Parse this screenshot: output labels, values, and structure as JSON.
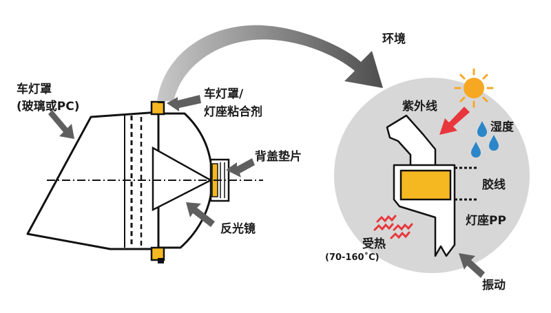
{
  "labels": {
    "lamp_cover": "车灯罩",
    "lamp_cover_material": "(玻璃或PC)",
    "adhesive_line1": "车灯罩/",
    "adhesive_line2": "灯座粘合剂",
    "back_gasket": "背盖垫片",
    "reflector": "反光镜",
    "environment": "环境",
    "uv": "紫外线",
    "humidity": "湿度",
    "glue_line": "胶线",
    "housing_pp": "灯座PP",
    "heat": "受热",
    "heat_range": "(70-160˚C)",
    "vibration": "振动"
  },
  "colors": {
    "adhesive": "#f5b820",
    "arrow_gray": "#5f5f5f",
    "environment_circle": "#d7d7d7",
    "uv_arrow": "#e8373c",
    "water_drop": "#2a86c8",
    "sun": "#f7a823"
  },
  "icons": [
    "sun-icon",
    "water-drop-icon",
    "heat-wave-icon"
  ]
}
